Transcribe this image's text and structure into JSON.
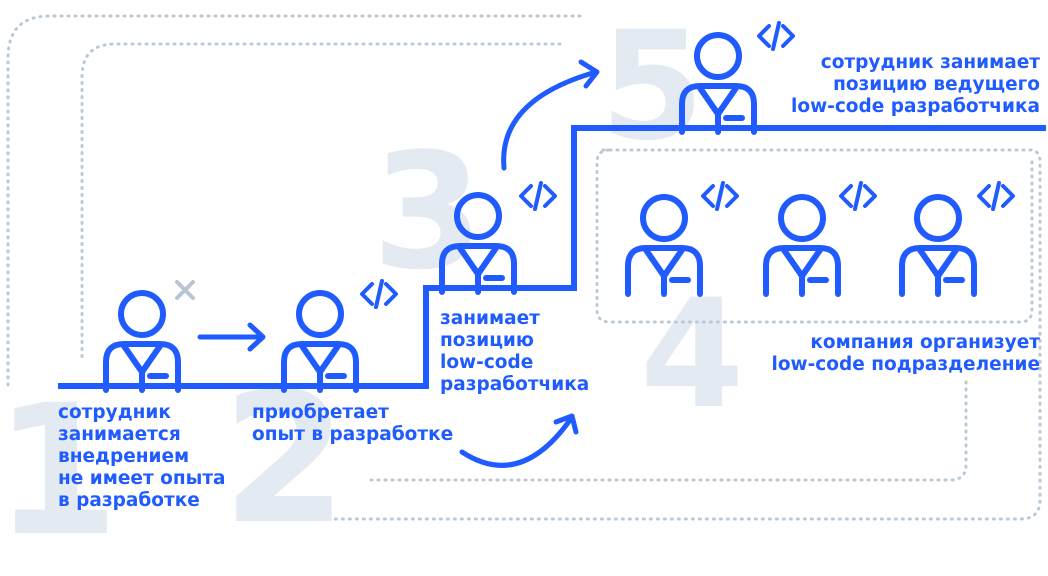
{
  "diagram": {
    "accent_color": "#1f5bff",
    "number_color": "#e4eaf2",
    "dotted_color": "#b9c9d8",
    "steps": [
      {
        "number": "1",
        "caption": [
          "сотрудник",
          "занимается",
          "внедрением",
          "не имеет опыта",
          "в разработке"
        ],
        "icon": "cross-icon"
      },
      {
        "number": "2",
        "caption": [
          "приобретает",
          "опыт в разработке"
        ],
        "icon": "code-icon"
      },
      {
        "number": "3",
        "caption": [
          "занимает",
          "позицию",
          "low-code",
          "разработчика"
        ],
        "icon": "code-icon"
      },
      {
        "number": "4",
        "caption": [
          "компания организует",
          "low-code подразделение"
        ],
        "icon": "code-icon"
      },
      {
        "number": "5",
        "caption": [
          "сотрудник занимает",
          "позицию ведущего",
          "low-code разработчика"
        ],
        "icon": "code-icon"
      }
    ]
  }
}
